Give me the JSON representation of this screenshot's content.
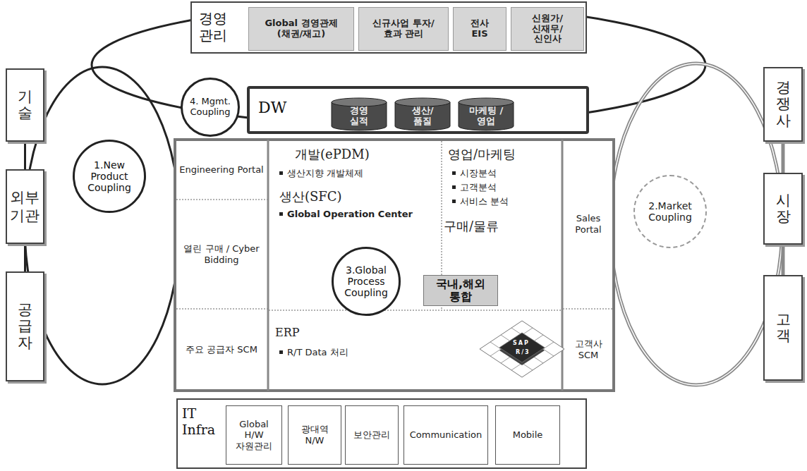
{
  "diagram": {
    "nodes": [
      {
        "text": [
          "경영 관리"
        ]
      },
      {
        "text": [
          "Global 경영관제 (채권/재고)"
        ],
        "in": 0
      },
      {
        "text": [
          "신규사업 투자/효과 관리"
        ],
        "in": 0
      },
      {
        "text": [
          "전사 EIS"
        ],
        "in": 0
      },
      {
        "text": [
          "신원가/ 신재무/ 신인사"
        ],
        "in": 0
      },
      {
        "text": [
          "기술"
        ]
      },
      {
        "text": [
          "4. Mgmt. Coupling"
        ]
      },
      {
        "text": [
          "DW"
        ]
      },
      {
        "text": [
          "경영 실적"
        ],
        "in": 7
      },
      {
        "text": [
          "생산/ 품질"
        ],
        "in": 7
      },
      {
        "text": [
          "마케팅 /영업"
        ],
        "in": 7
      },
      {
        "text": [
          "경쟁사"
        ]
      },
      {
        "text": [
          "1.New Product Coupling"
        ]
      },
      {
        "text": [
          "Engineering Portal"
        ]
      },
      {
        "text": [
          "개발(ePDM)",
          "생산지향 개발체제",
          "생산(SFC)",
          "Global Operation Center"
        ]
      },
      {
        "text": [
          "영업/마케팅",
          "시장분석",
          "고객분석",
          "서비스 분석",
          "구매/물류"
        ]
      },
      {
        "text": [
          "Sales Portal"
        ]
      },
      {
        "text": [
          "2.Market Coupling"
        ]
      },
      {
        "text": [
          "외부 기관"
        ]
      },
      {
        "text": [
          "시장"
        ]
      },
      {
        "text": [
          "열린 구매 / Cyber Bidding"
        ]
      },
      {
        "text": [
          "3.Global Process Coupling"
        ]
      },
      {
        "text": [
          "국내,해외 통합"
        ]
      },
      {
        "text": [
          "주요 공급자 SCM"
        ]
      },
      {
        "text": [
          "ERP",
          "R/T Data 처리"
        ]
      },
      {
        "text": [
          "고객사 SCM"
        ]
      },
      {
        "text": [
          "공급자"
        ]
      },
      {
        "text": [
          "고객"
        ]
      },
      {
        "text": [
          "IT Infra"
        ]
      },
      {
        "text": [
          "Global H/W 자원관리"
        ],
        "in": 28
      },
      {
        "text": [
          "광대역 N/W"
        ],
        "in": 28
      },
      {
        "text": [
          "보안관리"
        ],
        "in": 28
      },
      {
        "text": [
          "Communication"
        ],
        "in": 28
      },
      {
        "text": [
          "Mobile"
        ],
        "in": 28
      }
    ],
    "edges": [
      {
        "from": 5,
        "to": 18,
        "arrow": "none"
      },
      {
        "from": 18,
        "to": 26,
        "arrow": "none"
      },
      {
        "from": 11,
        "to": 19,
        "arrow": "none"
      },
      {
        "from": 19,
        "to": 27,
        "arrow": "none"
      }
    ],
    "labels": [
      "SAP",
      "R/3"
    ]
  }
}
